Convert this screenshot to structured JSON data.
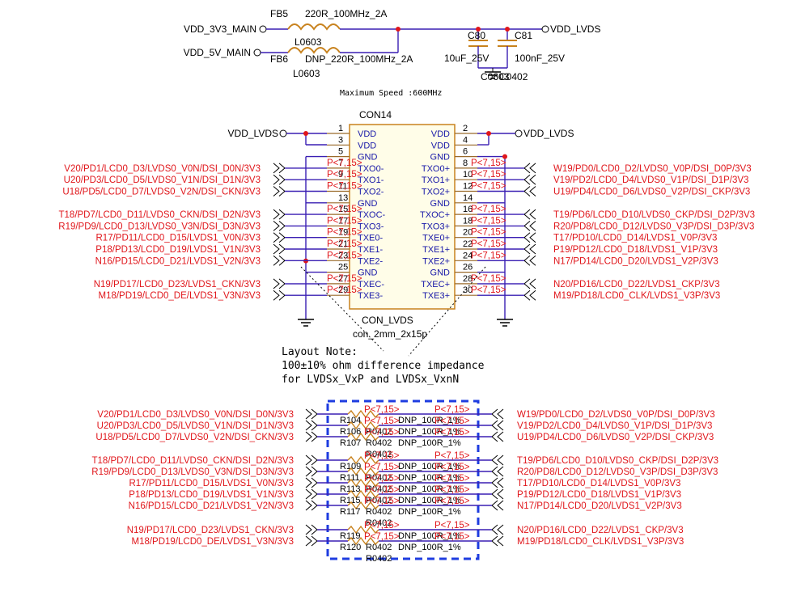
{
  "power": {
    "fb5_ref": "FB5",
    "fb5_val": "220R_100MHz_2A",
    "fb5_pkg": "L0603",
    "fb6_ref": "FB6",
    "fb6_val": "DNP_220R_100MHz_2A",
    "fb6_pkg": "L0603",
    "in1": "VDD_3V3_MAIN",
    "in2": "VDD_5V_MAIN",
    "out": "VDD_LVDS",
    "c80_ref": "C80",
    "c80_val": "10uF_25V",
    "c81_ref": "C81",
    "c81_val": "100nF_25V",
    "cap_pkg": "C0603",
    "cap_pkg2": "C0402"
  },
  "speed_note": "Maximum Speed :600MHz",
  "connector": {
    "ref": "CON14",
    "name": "CON_LVDS",
    "footprint": "con_2mm_2x15p",
    "left_net": "VDD_LVDS",
    "right_net": "VDD_LVDS",
    "left_pins": [
      {
        "num": "1",
        "name": "VDD"
      },
      {
        "num": "3",
        "name": "VDD"
      },
      {
        "num": "5",
        "name": "GND"
      },
      {
        "num": "7",
        "name": "TXO0-"
      },
      {
        "num": "9",
        "name": "TXO1-"
      },
      {
        "num": "11",
        "name": "TXO2-"
      },
      {
        "num": "13",
        "name": "GND"
      },
      {
        "num": "15",
        "name": "TXOC-"
      },
      {
        "num": "17",
        "name": "TXO3-"
      },
      {
        "num": "19",
        "name": "TXE0-"
      },
      {
        "num": "21",
        "name": "TXE1-"
      },
      {
        "num": "23",
        "name": "TXE2-"
      },
      {
        "num": "25",
        "name": "GND"
      },
      {
        "num": "27",
        "name": "TXEC-"
      },
      {
        "num": "29",
        "name": "TXE3-"
      }
    ],
    "right_pins": [
      {
        "num": "2",
        "name": "VDD"
      },
      {
        "num": "4",
        "name": "VDD"
      },
      {
        "num": "6",
        "name": "GND"
      },
      {
        "num": "8",
        "name": "TXO0+"
      },
      {
        "num": "10",
        "name": "TXO1+"
      },
      {
        "num": "12",
        "name": "TXO2+"
      },
      {
        "num": "14",
        "name": "GND"
      },
      {
        "num": "16",
        "name": "TXOC+"
      },
      {
        "num": "18",
        "name": "TXO3+"
      },
      {
        "num": "20",
        "name": "TXE0+"
      },
      {
        "num": "22",
        "name": "TXE1+"
      },
      {
        "num": "24",
        "name": "TXE2+"
      },
      {
        "num": "26",
        "name": "GND"
      },
      {
        "num": "28",
        "name": "TXEC+"
      },
      {
        "num": "30",
        "name": "TXE3+"
      }
    ],
    "port_tag_left": "P<7,15>",
    "port_tag_right": "P<7,15>"
  },
  "upper_left_nets": [
    "V20/PD1/LCD0_D3/LVDS0_V0N/DSI_D0N/3V3",
    "U20/PD3/LCD0_D5/LVDS0_V1N/DSI_D1N/3V3",
    "U18/PD5/LCD0_D7/LVDS0_V2N/DSI_CKN/3V3",
    "T18/PD7/LCD0_D11/LVDS0_CKN/DSI_D2N/3V3",
    "R19/PD9/LCD0_D13/LVDS0_V3N/DSI_D3N/3V3",
    "R17/PD11/LCD0_D15/LVDS1_V0N/3V3",
    "P18/PD13/LCD0_D19/LVDS1_V1N/3V3",
    "N16/PD15/LCD0_D21/LVDS1_V2N/3V3",
    "N19/PD17/LCD0_D23/LVDS1_CKN/3V3",
    "M18/PD19/LCD0_DE/LVDS1_V3N/3V3"
  ],
  "upper_right_nets": [
    "W19/PD0/LCD0_D2/LVDS0_V0P/DSI_D0P/3V3",
    "V19/PD2/LCD0_D4/LVDS0_V1P/DSI_D1P/3V3",
    "U19/PD4/LCD0_D6/LVDS0_V2P/DSI_CKP/3V3",
    "T19/PD6/LCD0_D10/LVDS0_CKP/DSI_D2P/3V3",
    "R20/PD8/LCD0_D12/LVDS0_V3P/DSI_D3P/3V3",
    "T17/PD10/LCD0_D14/LVDS1_V0P/3V3",
    "P19/PD12/LCD0_D18/LVDS1_V1P/3V3",
    "N17/PD14/LCD0_D20/LVDS1_V2P/3V3",
    "N20/PD16/LCD0_D22/LVDS1_CKP/3V3",
    "M19/PD18/LCD0_CLK/LVDS1_V3P/3V3"
  ],
  "layout_note": {
    "line1": "Layout Note:",
    "line2": "100±10% ohm difference impedance",
    "line3": "for LVDSx_VxP and LVDSx_VxnN"
  },
  "lower_left_nets": [
    "V20/PD1/LCD0_D3/LVDS0_V0N/DSI_D0N/3V3",
    "U20/PD3/LCD0_D5/LVDS0_V1N/DSI_D1N/3V3",
    "U18/PD5/LCD0_D7/LVDS0_V2N/DSI_CKN/3V3",
    "T18/PD7/LCD0_D11/LVDS0_CKN/DSI_D2N/3V3",
    "R19/PD9/LCD0_D13/LVDS0_V3N/DSI_D3N/3V3",
    "R17/PD11/LCD0_D15/LVDS1_V0N/3V3",
    "P18/PD13/LCD0_D19/LVDS1_V1N/3V3",
    "N16/PD15/LCD0_D21/LVDS1_V2N/3V3",
    "N19/PD17/LCD0_D23/LVDS1_CKN/3V3",
    "M18/PD19/LCD0_DE/LVDS1_V3N/3V3"
  ],
  "lower_right_nets": [
    "W19/PD0/LCD0_D2/LVDS0_V0P/DSI_D0P/3V3",
    "V19/PD2/LCD0_D4/LVDS0_V1P/DSI_D1P/3V3",
    "U19/PD4/LCD0_D6/LVDS0_V2P/DSI_CKP/3V3",
    "T19/PD6/LCD0_D10/LVDS0_CKP/DSI_D2P/3V3",
    "R20/PD8/LCD0_D12/LVDS0_V3P/DSI_D3P/3V3",
    "T17/PD10/LCD0_D14/LVDS1_V0P/3V3",
    "P19/PD12/LCD0_D18/LVDS1_V1P/3V3",
    "N17/PD14/LCD0_D20/LVDS1_V2P/3V3",
    "N20/PD16/LCD0_D22/LVDS1_CKP/3V3",
    "M19/PD18/LCD0_CLK/LVDS1_V3P/3V3"
  ],
  "resistors": [
    {
      "ref": "R104",
      "val": "DNP_100R_1%",
      "pkg": "R0402"
    },
    {
      "ref": "R106",
      "val": "DNP_100R_1%",
      "pkg": "R0402"
    },
    {
      "ref": "R107",
      "val": "DNP_100R_1%",
      "pkg": "R0402"
    },
    {
      "ref": "R109",
      "val": "DNP_100R_1%",
      "pkg": "R0402"
    },
    {
      "ref": "R111",
      "val": "DNP_100R_1%",
      "pkg": "R0402"
    },
    {
      "ref": "R113",
      "val": "DNP_100R_1%",
      "pkg": "R0402"
    },
    {
      "ref": "R115",
      "val": "DNP_100R_1%",
      "pkg": "R0402"
    },
    {
      "ref": "R117",
      "val": "DNP_100R_1%",
      "pkg": "R0402"
    },
    {
      "ref": "R119",
      "val": "DNP_100R_1%",
      "pkg": "R0402"
    },
    {
      "ref": "R120",
      "val": "DNP_100R_1%",
      "pkg": "R0402"
    }
  ],
  "resistor_tag": "P<7,15>"
}
